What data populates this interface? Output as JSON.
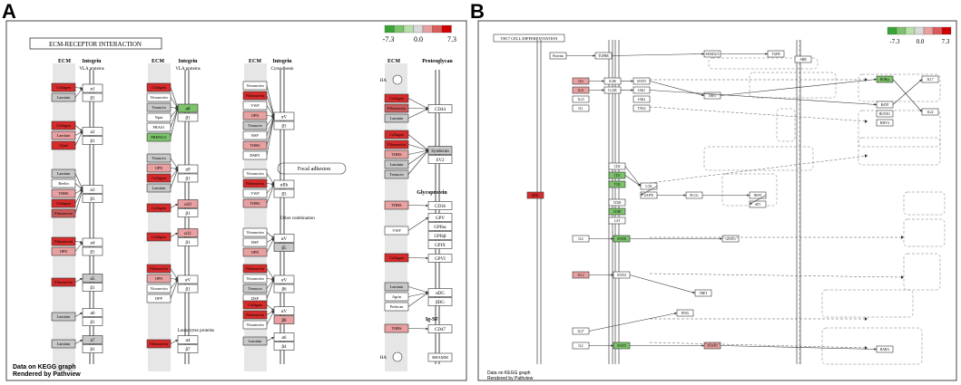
{
  "panels": [
    {
      "letter": "A",
      "footer_line1": "Data on KEGG graph",
      "footer_line2": "Rendered by Pathview"
    },
    {
      "letter": "B",
      "footer_line1": "Data on KEGG graph",
      "footer_line2": "Rendered by Pathview"
    }
  ],
  "legend": {
    "labels": [
      "-7.3",
      "0.0",
      "7.3"
    ],
    "colors": [
      "#3aa335",
      "#7cc36b",
      "#b9dfa8",
      "#d9d9d9",
      "#e7a0a0",
      "#dd5a5a",
      "#d00000"
    ]
  },
  "colors": {
    "red": "#d62b2b",
    "pink": "#e8a0a0",
    "midred": "#cd5a5a",
    "green": "#7cc36b",
    "gray": "#c8c8c8",
    "white": "#ffffff",
    "band": "#e6e6e6"
  },
  "panelA": {
    "title": "ECM-RECEPTOR INTERACTION",
    "headers": {
      "ecm": "ECM",
      "integrin": "Integrin",
      "proteoglycan": "Proteoglycan"
    },
    "subheads": {
      "vla1": "VLA proteins",
      "vla2": "VLA proteins",
      "cyto": "Cytoadhesin",
      "other": "Other combination",
      "leuko": "Leukocytes proteins",
      "glyco": "Glycoprotein",
      "igsf": "Ig-SF"
    },
    "focal": "Focal adhesion",
    "boxes": [
      {
        "t": "Collagen",
        "c": "red"
      },
      {
        "t": "Laminin",
        "c": "gray"
      },
      {
        "t": "α1",
        "c": "white"
      },
      {
        "t": "β1",
        "c": "white"
      },
      {
        "t": "Collagen",
        "c": "red"
      },
      {
        "t": "Laminin",
        "c": "pink"
      },
      {
        "t": "Chad",
        "c": "red"
      },
      {
        "t": "α2",
        "c": "white"
      },
      {
        "t": "β1",
        "c": "white"
      },
      {
        "t": "Laminin",
        "c": "gray"
      },
      {
        "t": "Reelin",
        "c": "white"
      },
      {
        "t": "THBS",
        "c": "pink"
      },
      {
        "t": "Collagen",
        "c": "red"
      },
      {
        "t": "Fibronectin",
        "c": "midred"
      },
      {
        "t": "α3",
        "c": "white"
      },
      {
        "t": "β1",
        "c": "white"
      },
      {
        "t": "Fibronectin",
        "c": "red"
      },
      {
        "t": "OPN",
        "c": "pink"
      },
      {
        "t": "α4",
        "c": "white"
      },
      {
        "t": "β1",
        "c": "white"
      },
      {
        "t": "Fibronectin",
        "c": "red"
      },
      {
        "t": "α5",
        "c": "gray"
      },
      {
        "t": "β1",
        "c": "white"
      },
      {
        "t": "Laminin",
        "c": "gray"
      },
      {
        "t": "α6",
        "c": "white"
      },
      {
        "t": "β1",
        "c": "white"
      },
      {
        "t": "Laminin",
        "c": "gray"
      },
      {
        "t": "α7",
        "c": "gray"
      },
      {
        "t": "β1",
        "c": "white"
      },
      {
        "t": "Collagen",
        "c": "red"
      },
      {
        "t": "Vitronectin",
        "c": "white"
      },
      {
        "t": "Tenascin",
        "c": "gray"
      },
      {
        "t": "Npnt",
        "c": "white"
      },
      {
        "t": "FRAS1",
        "c": "white"
      },
      {
        "t": "FREM1/2",
        "c": "green"
      },
      {
        "t": "α8",
        "c": "green"
      },
      {
        "t": "β1",
        "c": "white"
      },
      {
        "t": "Tenascin",
        "c": "gray"
      },
      {
        "t": "OPN",
        "c": "pink"
      },
      {
        "t": "Collagen",
        "c": "red"
      },
      {
        "t": "Laminin",
        "c": "gray"
      },
      {
        "t": "α9",
        "c": "white"
      },
      {
        "t": "β1",
        "c": "white"
      },
      {
        "t": "Collagen",
        "c": "red"
      },
      {
        "t": "α10",
        "c": "pink"
      },
      {
        "t": "β1",
        "c": "white"
      },
      {
        "t": "Collagen",
        "c": "red"
      },
      {
        "t": "α11",
        "c": "pink"
      },
      {
        "t": "β1",
        "c": "white"
      },
      {
        "t": "Fibronectin",
        "c": "red"
      },
      {
        "t": "OPN",
        "c": "pink"
      },
      {
        "t": "Vitronectin",
        "c": "white"
      },
      {
        "t": "DPP",
        "c": "white"
      },
      {
        "t": "αV",
        "c": "white"
      },
      {
        "t": "β1",
        "c": "white"
      },
      {
        "t": "Fibronectin",
        "c": "red"
      },
      {
        "t": "α4",
        "c": "white"
      },
      {
        "t": "β7",
        "c": "white"
      },
      {
        "t": "Vitronectin",
        "c": "white"
      },
      {
        "t": "Fibronectin",
        "c": "red"
      },
      {
        "t": "VWF",
        "c": "white"
      },
      {
        "t": "OPN",
        "c": "pink"
      },
      {
        "t": "Tenascin",
        "c": "gray"
      },
      {
        "t": "BSP",
        "c": "white"
      },
      {
        "t": "THBS",
        "c": "pink"
      },
      {
        "t": "DMP1",
        "c": "white"
      },
      {
        "t": "αV",
        "c": "white"
      },
      {
        "t": "β3",
        "c": "white"
      },
      {
        "t": "Vitronectin",
        "c": "white"
      },
      {
        "t": "Fibronectin",
        "c": "red"
      },
      {
        "t": "VWF",
        "c": "white"
      },
      {
        "t": "THBS",
        "c": "pink"
      },
      {
        "t": "αIIb",
        "c": "white"
      },
      {
        "t": "β3",
        "c": "white"
      },
      {
        "t": "Vitronectin",
        "c": "white"
      },
      {
        "t": "BSP",
        "c": "white"
      },
      {
        "t": "OPN",
        "c": "pink"
      },
      {
        "t": "αV",
        "c": "white"
      },
      {
        "t": "β5",
        "c": "gray"
      },
      {
        "t": "Fibronectin",
        "c": "red"
      },
      {
        "t": "Vitronectin",
        "c": "white"
      },
      {
        "t": "Tenascin",
        "c": "gray"
      },
      {
        "t": "DSP",
        "c": "white"
      },
      {
        "t": "αV",
        "c": "white"
      },
      {
        "t": "β6",
        "c": "white"
      },
      {
        "t": "Collagen",
        "c": "red"
      },
      {
        "t": "Fibronectin",
        "c": "red"
      },
      {
        "t": "Vitronectin",
        "c": "white"
      },
      {
        "t": "αV",
        "c": "white"
      },
      {
        "t": "β8",
        "c": "pink"
      },
      {
        "t": "Laminin",
        "c": "gray"
      },
      {
        "t": "α6",
        "c": "white"
      },
      {
        "t": "β4",
        "c": "white"
      },
      {
        "t": "HA",
        "c": "white"
      },
      {
        "t": "Collagen",
        "c": "red"
      },
      {
        "t": "Fibronectin",
        "c": "midred"
      },
      {
        "t": "Laminin",
        "c": "gray"
      },
      {
        "t": "CD44",
        "c": "white"
      },
      {
        "t": "Collagen",
        "c": "red"
      },
      {
        "t": "Fibronectin",
        "c": "red"
      },
      {
        "t": "THBS",
        "c": "pink"
      },
      {
        "t": "Laminin",
        "c": "gray"
      },
      {
        "t": "Tenascin",
        "c": "gray"
      },
      {
        "t": "Syndecan",
        "c": "gray"
      },
      {
        "t": "SV2",
        "c": "white"
      },
      {
        "t": "THBS",
        "c": "pink"
      },
      {
        "t": "CD36",
        "c": "white"
      },
      {
        "t": "VWF",
        "c": "white"
      },
      {
        "t": "GPV",
        "c": "white"
      },
      {
        "t": "GPIbα",
        "c": "white"
      },
      {
        "t": "GPIbβ",
        "c": "white"
      },
      {
        "t": "GPIX",
        "c": "white"
      },
      {
        "t": "Collagen",
        "c": "red"
      },
      {
        "t": "GPVI",
        "c": "white"
      },
      {
        "t": "Laminin",
        "c": "gray"
      },
      {
        "t": "Agrin",
        "c": "white"
      },
      {
        "t": "Perlecan",
        "c": "white"
      },
      {
        "t": "αDG",
        "c": "white"
      },
      {
        "t": "βDG",
        "c": "white"
      },
      {
        "t": "THBS",
        "c": "pink"
      },
      {
        "t": "CD47",
        "c": "white"
      },
      {
        "t": "HA",
        "c": "white"
      },
      {
        "t": "RHAMM",
        "c": "white"
      }
    ]
  },
  "panelB": {
    "title": "TH17 CELL DIFFERENTIATION",
    "nodes": [
      {
        "t": "Proteins",
        "c": "white"
      },
      {
        "t": "TGFBR",
        "c": "white"
      },
      {
        "t": "SMAD2/3",
        "c": "white"
      },
      {
        "t": "TGFB",
        "c": "white"
      },
      {
        "t": "IL6",
        "c": "pink"
      },
      {
        "t": "IL21",
        "c": "pink"
      },
      {
        "t": "IL23",
        "c": "white"
      },
      {
        "t": "IL1",
        "c": "white"
      },
      {
        "t": "IL6R",
        "c": "white"
      },
      {
        "t": "IL21R",
        "c": "white"
      },
      {
        "t": "STAT3",
        "c": "white"
      },
      {
        "t": "JAK1",
        "c": "white"
      },
      {
        "t": "JAK2",
        "c": "white"
      },
      {
        "t": "TYK2",
        "c": "white"
      },
      {
        "t": "IRF4",
        "c": "white"
      },
      {
        "t": "RORγt",
        "c": "green"
      },
      {
        "t": "BATF",
        "c": "white"
      },
      {
        "t": "RUNX1",
        "c": "white"
      },
      {
        "t": "HIF1A",
        "c": "white"
      },
      {
        "t": "AHR",
        "c": "white"
      },
      {
        "t": "IL17",
        "c": "white"
      },
      {
        "t": "IL22",
        "c": "white"
      },
      {
        "t": "CD4",
        "c": "white"
      },
      {
        "t": "MHC",
        "c": "red"
      },
      {
        "t": "CD3",
        "c": "green"
      },
      {
        "t": "TCR",
        "c": "green"
      },
      {
        "t": "LCK",
        "c": "white"
      },
      {
        "t": "ZAP70",
        "c": "white"
      },
      {
        "t": "CD28",
        "c": "white"
      },
      {
        "t": "CD80",
        "c": "green"
      },
      {
        "t": "LAT",
        "c": "white"
      },
      {
        "t": "PLCG",
        "c": "white"
      },
      {
        "t": "NFAT",
        "c": "white"
      },
      {
        "t": "AP1",
        "c": "white"
      },
      {
        "t": "IL4",
        "c": "white"
      },
      {
        "t": "STAT6",
        "c": "green"
      },
      {
        "t": "GATA3",
        "c": "white"
      },
      {
        "t": "IL12",
        "c": "pink"
      },
      {
        "t": "STAT4",
        "c": "white"
      },
      {
        "t": "TBET",
        "c": "white"
      },
      {
        "t": "IL2",
        "c": "white"
      },
      {
        "t": "STAT5",
        "c": "green"
      },
      {
        "t": "FOXP3",
        "c": "pink"
      },
      {
        "t": "IL27",
        "c": "white"
      },
      {
        "t": "IFNG",
        "c": "white"
      },
      {
        "t": "RARA",
        "c": "white"
      }
    ]
  }
}
